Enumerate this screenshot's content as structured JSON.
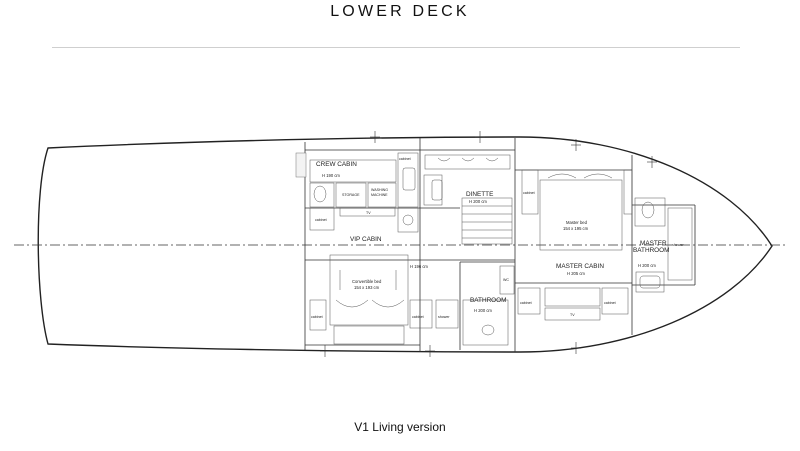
{
  "header": {
    "title": "LOWER DECK"
  },
  "caption": "V1 Living version",
  "rooms": {
    "crew_cabin": {
      "name": "CREW CABIN",
      "height": "H 190 cm"
    },
    "dinette": {
      "name": "DINETTE",
      "height": "H 200 cm"
    },
    "vip_cabin": {
      "name": "VIP CABIN",
      "height": "H 196 cm"
    },
    "master_cabin": {
      "name": "MASTER CABIN",
      "height": "H 205 cm"
    },
    "master_bathroom": {
      "name_line1": "MASTER",
      "name_line2": "BATHROOM",
      "height": "H 200 cm"
    },
    "bathroom": {
      "name": "BATHROOM",
      "height": "H 200 cm"
    }
  },
  "fixtures": {
    "storage": "STORAGE",
    "washing_machine_l1": "WASHING",
    "washing_machine_l2": "MACHINE",
    "master_bed_name": "Master bed",
    "master_bed_size": "154 x 195 cm",
    "convertible_bed_name": "Convertible bed",
    "convertible_bed_size": "154 x 193 cm",
    "cabinet": "cabinet",
    "tv": "TV",
    "shower": "shower",
    "wc": "WC"
  }
}
